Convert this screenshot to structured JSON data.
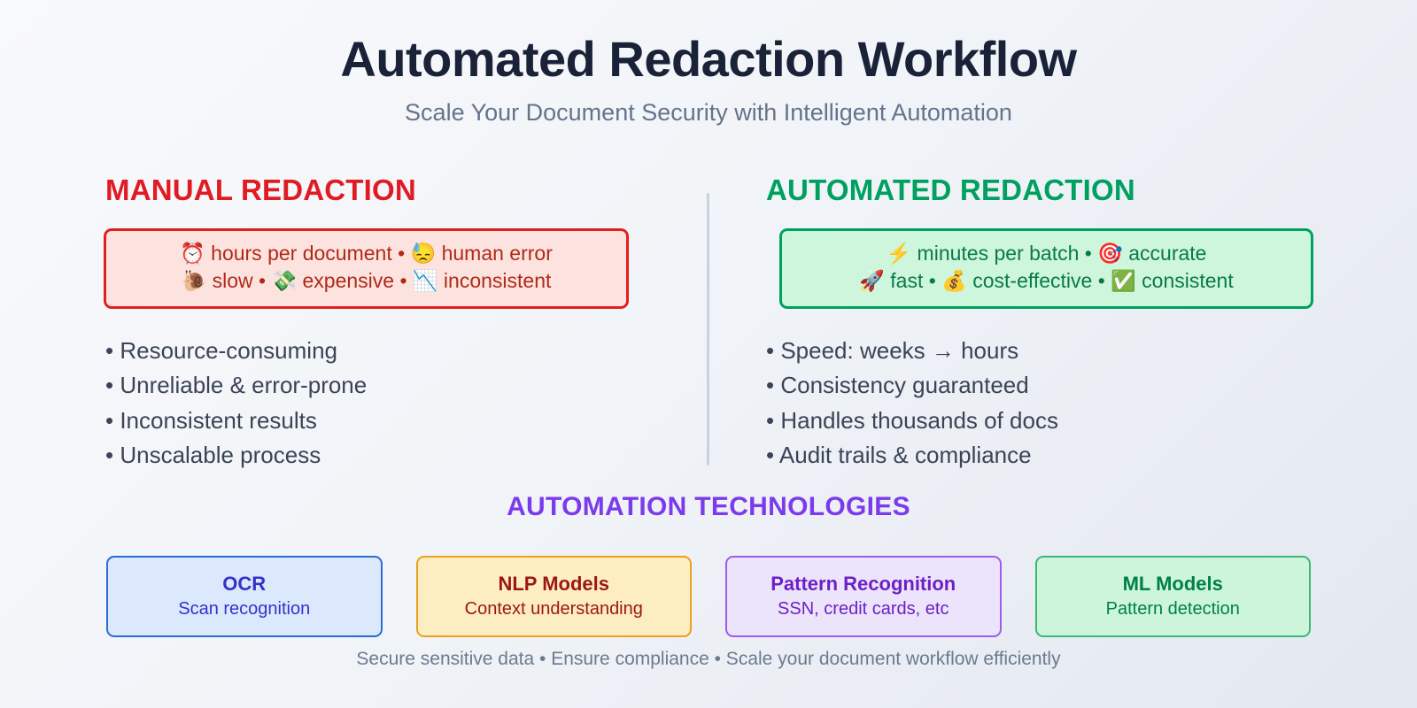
{
  "header": {
    "title": "Automated Redaction Workflow",
    "subtitle": "Scale Your Document Security with Intelligent Automation"
  },
  "columns": {
    "manual": {
      "heading": "MANUAL REDACTION",
      "heading_color": "#e01b24",
      "badge": {
        "border_color": "#e02020",
        "background_color": "#fde3e0",
        "text_color": "#b02a16",
        "line1": "⏰ hours per document • 😓 human error",
        "line2": "🐌 slow • 💸 expensive • 📉 inconsistent"
      },
      "bullets": [
        "• Resource-consuming",
        "• Unreliable & error-prone",
        "• Inconsistent results",
        "• Unscalable process"
      ]
    },
    "automated": {
      "heading": "AUTOMATED REDACTION",
      "heading_color": "#00a060",
      "badge": {
        "border_color": "#00a060",
        "background_color": "#cdf6dc",
        "text_color": "#0a7a4a",
        "line1": "⚡ minutes per batch • 🎯 accurate",
        "line2": "🚀 fast • 💰 cost-effective • ✅ consistent"
      },
      "bullets": [
        "• Speed: weeks → hours",
        "• Consistency guaranteed",
        "• Handles thousands of docs",
        "• Audit trails & compliance"
      ]
    }
  },
  "technologies": {
    "heading": "AUTOMATION TECHNOLOGIES",
    "heading_color": "#7c3aed",
    "cards": [
      {
        "title": "OCR",
        "subtitle": "Scan recognition",
        "border_color": "#2b6cd4",
        "background_color": "#dce8fb",
        "text_color": "#3333cc"
      },
      {
        "title": "NLP Models",
        "subtitle": "Context understanding",
        "border_color": "#eda01f",
        "background_color": "#fdeec2",
        "text_color": "#9c1616"
      },
      {
        "title": "Pattern Recognition",
        "subtitle": "SSN, credit cards, etc",
        "border_color": "#9d5ced",
        "background_color": "#ece4fb",
        "text_color": "#6d20c4"
      },
      {
        "title": "ML Models",
        "subtitle": "Pattern detection",
        "border_color": "#3bb878",
        "background_color": "#cdf5dc",
        "text_color": "#00804a"
      }
    ]
  },
  "footer": {
    "text": "Secure sensitive data • Ensure compliance • Scale your document workflow efficiently"
  }
}
